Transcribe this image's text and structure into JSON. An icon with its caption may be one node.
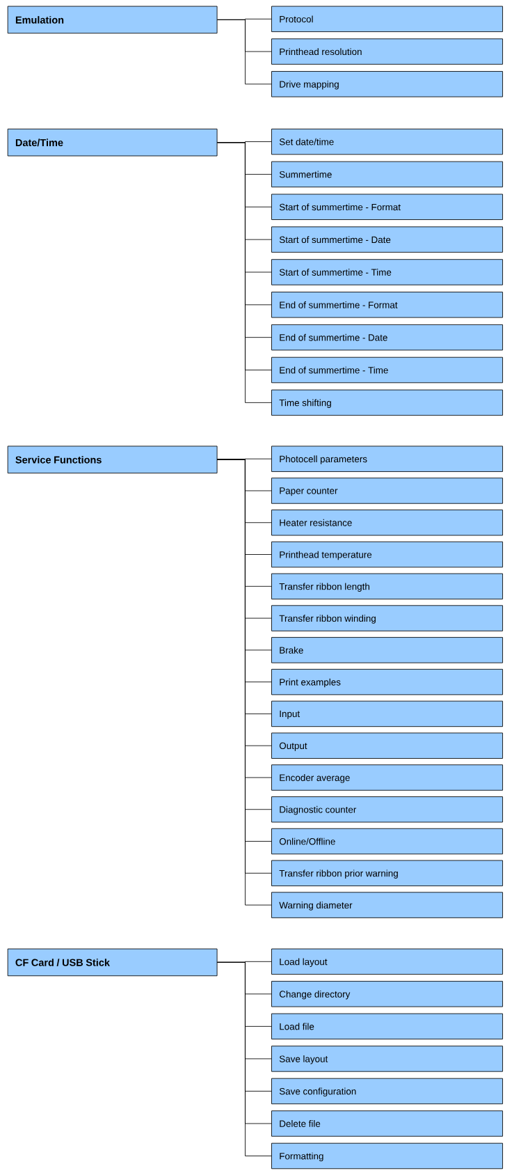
{
  "diagram": {
    "nodes": [
      {
        "text": [
          "Emulation"
        ]
      },
      {
        "text": [
          "Protocol"
        ]
      },
      {
        "text": [
          "Printhead resolution"
        ]
      },
      {
        "text": [
          "Drive mapping"
        ]
      },
      {
        "text": [
          "Date/Time"
        ]
      },
      {
        "text": [
          "Set date/time"
        ]
      },
      {
        "text": [
          "Summertime"
        ]
      },
      {
        "text": [
          "Start of summertime - Format"
        ]
      },
      {
        "text": [
          "Start of summertime - Date"
        ]
      },
      {
        "text": [
          "Start of summertime - Time"
        ]
      },
      {
        "text": [
          "End of summertime - Format"
        ]
      },
      {
        "text": [
          "End of summertime - Date"
        ]
      },
      {
        "text": [
          "End of summertime - Time"
        ]
      },
      {
        "text": [
          "Time shifting"
        ]
      },
      {
        "text": [
          "Service Functions"
        ]
      },
      {
        "text": [
          "Photocell parameters"
        ]
      },
      {
        "text": [
          "Paper counter"
        ]
      },
      {
        "text": [
          "Heater resistance"
        ]
      },
      {
        "text": [
          "Printhead temperature"
        ]
      },
      {
        "text": [
          "Transfer ribbon length"
        ]
      },
      {
        "text": [
          "Transfer ribbon winding"
        ]
      },
      {
        "text": [
          "Brake"
        ]
      },
      {
        "text": [
          "Print examples"
        ]
      },
      {
        "text": [
          "Input"
        ]
      },
      {
        "text": [
          "Output"
        ]
      },
      {
        "text": [
          "Encoder average"
        ]
      },
      {
        "text": [
          "Diagnostic counter"
        ]
      },
      {
        "text": [
          "Online/Offline"
        ]
      },
      {
        "text": [
          "Transfer ribbon prior warning"
        ]
      },
      {
        "text": [
          "Warning diameter"
        ]
      },
      {
        "text": [
          "CF Card / USB Stick"
        ]
      },
      {
        "text": [
          "Load layout"
        ]
      },
      {
        "text": [
          "Change directory"
        ]
      },
      {
        "text": [
          "Load file"
        ]
      },
      {
        "text": [
          "Save layout"
        ]
      },
      {
        "text": [
          "Save configuration"
        ]
      },
      {
        "text": [
          "Delete file"
        ]
      },
      {
        "text": [
          "Formatting"
        ]
      }
    ],
    "edges": [
      {
        "from": 0,
        "to": 1,
        "arrow": "none"
      },
      {
        "from": 0,
        "to": 2,
        "arrow": "none"
      },
      {
        "from": 0,
        "to": 3,
        "arrow": "none"
      },
      {
        "from": 4,
        "to": 5,
        "arrow": "none"
      },
      {
        "from": 4,
        "to": 6,
        "arrow": "none"
      },
      {
        "from": 4,
        "to": 7,
        "arrow": "none"
      },
      {
        "from": 4,
        "to": 8,
        "arrow": "none"
      },
      {
        "from": 4,
        "to": 9,
        "arrow": "none"
      },
      {
        "from": 4,
        "to": 10,
        "arrow": "none"
      },
      {
        "from": 4,
        "to": 11,
        "arrow": "none"
      },
      {
        "from": 4,
        "to": 12,
        "arrow": "none"
      },
      {
        "from": 4,
        "to": 13,
        "arrow": "none"
      },
      {
        "from": 14,
        "to": 15,
        "arrow": "none"
      },
      {
        "from": 14,
        "to": 16,
        "arrow": "none"
      },
      {
        "from": 14,
        "to": 17,
        "arrow": "none"
      },
      {
        "from": 14,
        "to": 18,
        "arrow": "none"
      },
      {
        "from": 14,
        "to": 19,
        "arrow": "none"
      },
      {
        "from": 14,
        "to": 20,
        "arrow": "none"
      },
      {
        "from": 14,
        "to": 21,
        "arrow": "none"
      },
      {
        "from": 14,
        "to": 22,
        "arrow": "none"
      },
      {
        "from": 14,
        "to": 23,
        "arrow": "none"
      },
      {
        "from": 14,
        "to": 24,
        "arrow": "none"
      },
      {
        "from": 14,
        "to": 25,
        "arrow": "none"
      },
      {
        "from": 14,
        "to": 26,
        "arrow": "none"
      },
      {
        "from": 14,
        "to": 27,
        "arrow": "none"
      },
      {
        "from": 14,
        "to": 28,
        "arrow": "none"
      },
      {
        "from": 14,
        "to": 29,
        "arrow": "none"
      },
      {
        "from": 30,
        "to": 31,
        "arrow": "none"
      },
      {
        "from": 30,
        "to": 32,
        "arrow": "none"
      },
      {
        "from": 30,
        "to": 33,
        "arrow": "none"
      },
      {
        "from": 30,
        "to": 34,
        "arrow": "none"
      },
      {
        "from": 30,
        "to": 35,
        "arrow": "none"
      },
      {
        "from": 30,
        "to": 36,
        "arrow": "none"
      },
      {
        "from": 30,
        "to": 37,
        "arrow": "none"
      }
    ]
  }
}
